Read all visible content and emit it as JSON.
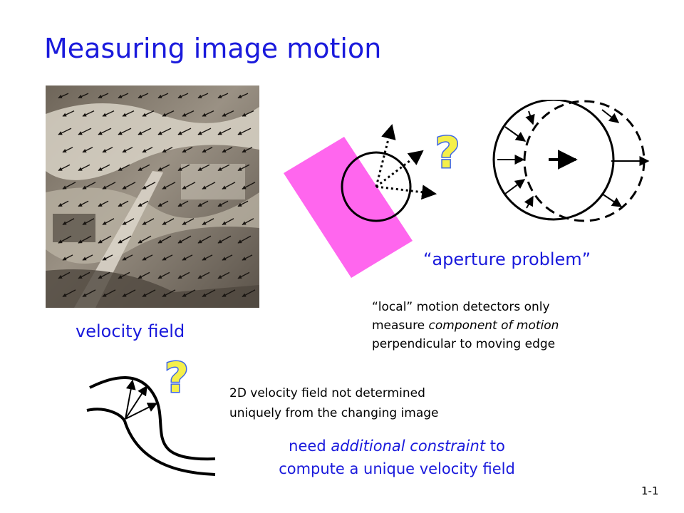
{
  "slide": {
    "title": "Measuring image motion",
    "velocity_field_label": "velocity field",
    "aperture_problem_label": "“aperture problem”",
    "local_detectors": {
      "line1": "“local” motion detectors only",
      "line2_prefix": "measure ",
      "line2_italic": "component of motion",
      "line3": "perpendicular to moving edge"
    },
    "uniqueness": {
      "line1": "2D velocity field not determined",
      "line2": "uniquely from the changing image"
    },
    "constraint": {
      "prefix": "need ",
      "italic": "additional constraint",
      "suffix": " to",
      "line2": "compute a unique velocity field"
    },
    "question_mark": "?",
    "slide_number": "1-1"
  },
  "colors": {
    "title_blue": "#1a1adc",
    "magenta_bar": "#ff66ee",
    "question_blue": "#3f67e6",
    "question_yellow": "#f5ef4a"
  },
  "icons": [
    "aerial-photo-velocity-field",
    "question-mark-icon",
    "aperture-circle-diagram",
    "shifted-circle-diagram",
    "curved-edge-diagram"
  ]
}
